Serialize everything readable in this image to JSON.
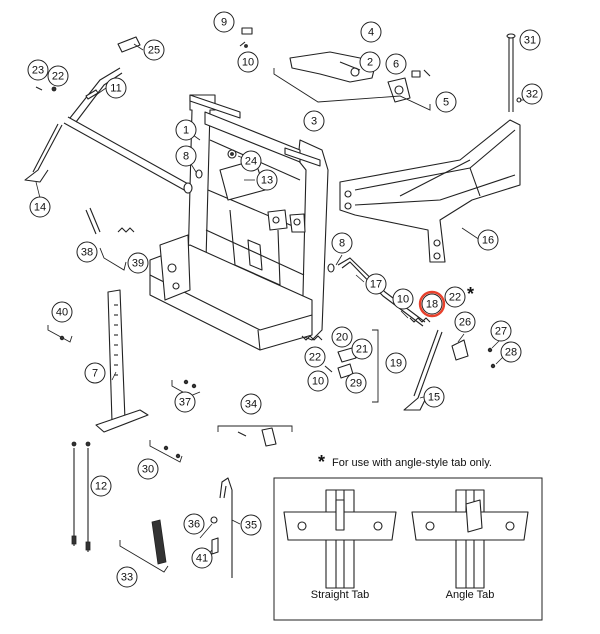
{
  "callouts": [
    {
      "id": "1",
      "label": "1"
    },
    {
      "id": "2",
      "label": "2"
    },
    {
      "id": "3",
      "label": "3"
    },
    {
      "id": "4",
      "label": "4"
    },
    {
      "id": "5",
      "label": "5"
    },
    {
      "id": "6",
      "label": "6"
    },
    {
      "id": "7",
      "label": "7"
    },
    {
      "id": "8a",
      "label": "8"
    },
    {
      "id": "8b",
      "label": "8"
    },
    {
      "id": "9",
      "label": "9"
    },
    {
      "id": "10a",
      "label": "10"
    },
    {
      "id": "10b",
      "label": "10"
    },
    {
      "id": "10c",
      "label": "10"
    },
    {
      "id": "11",
      "label": "11"
    },
    {
      "id": "12",
      "label": "12"
    },
    {
      "id": "13",
      "label": "13"
    },
    {
      "id": "14",
      "label": "14"
    },
    {
      "id": "15",
      "label": "15"
    },
    {
      "id": "16",
      "label": "16"
    },
    {
      "id": "17",
      "label": "17"
    },
    {
      "id": "18",
      "label": "18"
    },
    {
      "id": "19",
      "label": "19"
    },
    {
      "id": "20",
      "label": "20"
    },
    {
      "id": "21",
      "label": "21"
    },
    {
      "id": "22a",
      "label": "22"
    },
    {
      "id": "22b",
      "label": "22"
    },
    {
      "id": "22c",
      "label": "22"
    },
    {
      "id": "23",
      "label": "23"
    },
    {
      "id": "24",
      "label": "24"
    },
    {
      "id": "25",
      "label": "25"
    },
    {
      "id": "26",
      "label": "26"
    },
    {
      "id": "27",
      "label": "27"
    },
    {
      "id": "28",
      "label": "28"
    },
    {
      "id": "29",
      "label": "29"
    },
    {
      "id": "30",
      "label": "30"
    },
    {
      "id": "31",
      "label": "31"
    },
    {
      "id": "32",
      "label": "32"
    },
    {
      "id": "33",
      "label": "33"
    },
    {
      "id": "34",
      "label": "34"
    },
    {
      "id": "35",
      "label": "35"
    },
    {
      "id": "36",
      "label": "36"
    },
    {
      "id": "37",
      "label": "37"
    },
    {
      "id": "38",
      "label": "38"
    },
    {
      "id": "39",
      "label": "39"
    },
    {
      "id": "40",
      "label": "40"
    },
    {
      "id": "41",
      "label": "41"
    }
  ],
  "highlighted_callout": "18",
  "highlight_color": "#e8412c",
  "asterisk": "*",
  "note": "For use with angle-style tab only.",
  "panels": {
    "straight_tab": "Straight Tab",
    "angle_tab": "Angle Tab"
  }
}
